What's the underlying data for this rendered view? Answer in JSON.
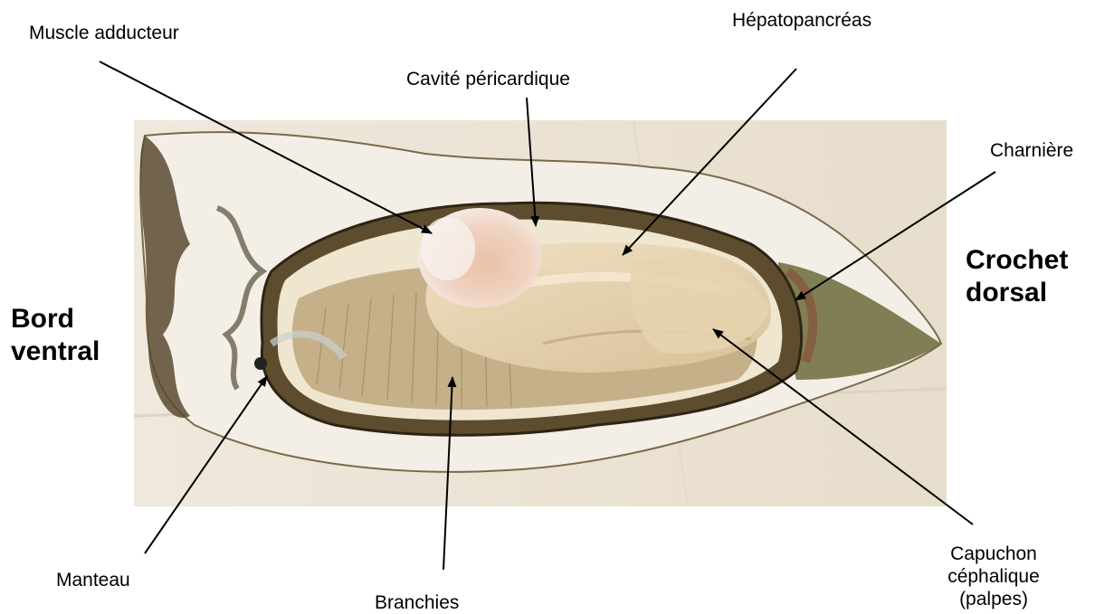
{
  "labels": {
    "muscle": "Muscle adducteur",
    "hepato": "Hépatopancréas",
    "cavite": "Cavité péricardique",
    "charniere": "Charnière",
    "bord_line1": "Bord",
    "bord_line2": "ventral",
    "crochet_line1": "Crochet",
    "crochet_line2": "dorsal",
    "manteau": "Manteau",
    "branchies": "Branchies",
    "capuchon_line1": "Capuchon",
    "capuchon_line2": "céphalique",
    "capuchon_line3": "(palpes)"
  },
  "colors": {
    "background": "#ffffff",
    "photo_bg": "#ece4d6",
    "shell_white": "#f4f1ea",
    "shell_dark": "#4a3c24",
    "mantle_fringe": "#6b5a38",
    "gill_tan": "#c9b48c",
    "flesh_cream": "#e9d8b6",
    "muscle_pink": "#edc9b6",
    "arrow": "#000000"
  },
  "icons": [
    "arrowhead-icon"
  ]
}
